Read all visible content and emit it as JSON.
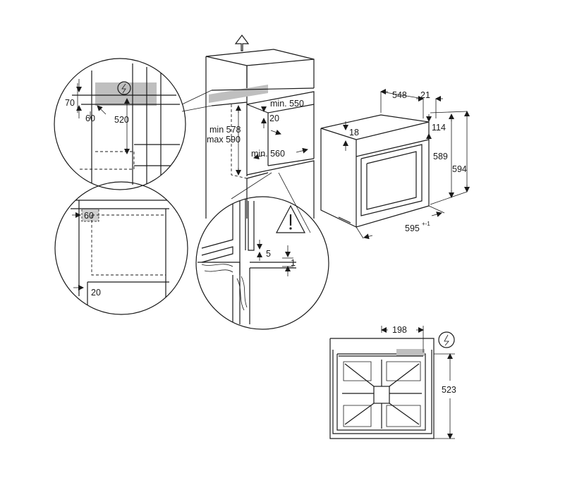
{
  "labels": {
    "d70": "70",
    "d60_top": "60",
    "d520": "520",
    "min578": "min 578",
    "max590": "max 590",
    "min550": "min. 550",
    "d20_mid": "20",
    "min560": "min. 560",
    "d5": "5",
    "d1": "1",
    "d60_left": "60",
    "d20_left": "20",
    "d548": "548",
    "d21": "21",
    "d18": "18",
    "d114": "114",
    "d589": "589",
    "d594": "594",
    "d595": "595",
    "d595_tol": "+-1",
    "d198": "198",
    "d523": "523"
  },
  "icons": {
    "power": "power-connection-icon",
    "warning": "warning-triangle-icon",
    "up": "up-arrow-icon"
  }
}
